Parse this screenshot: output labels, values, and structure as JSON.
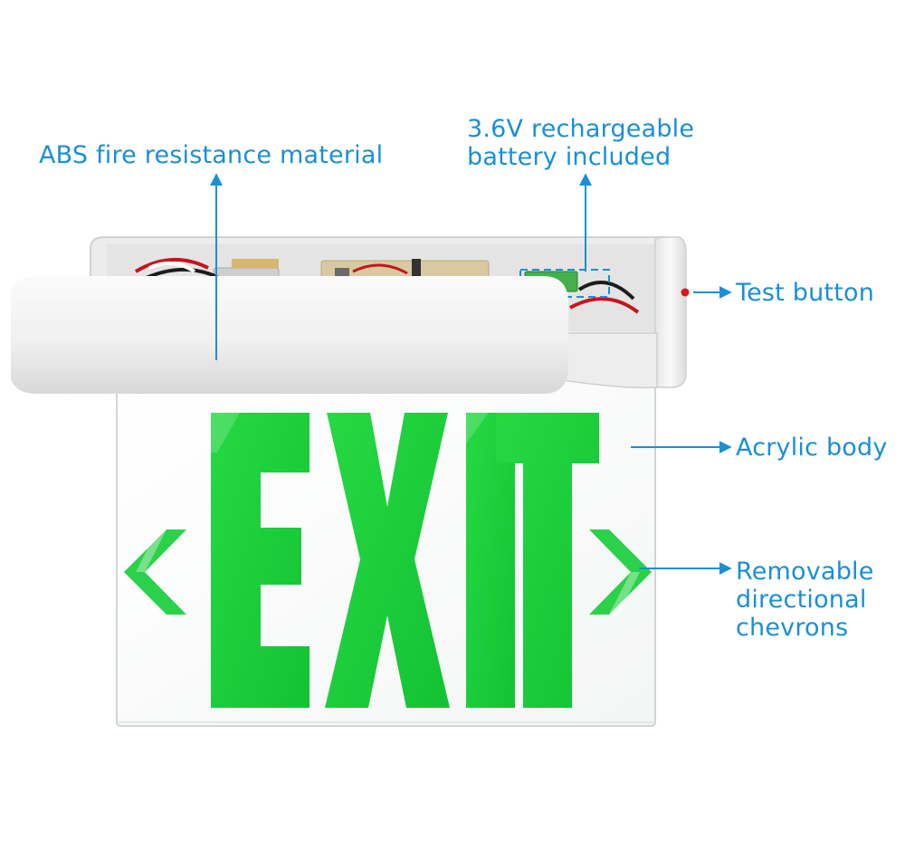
{
  "colors": {
    "callout_text": "#1a8fd6",
    "exit_green": "#1ed23c",
    "housing": "#f3f3f3"
  },
  "sign": {
    "lettering": [
      "E",
      "X",
      "I",
      "T"
    ],
    "chevrons": [
      "left-chevron",
      "right-chevron"
    ]
  },
  "callouts": {
    "material": {
      "lines": [
        "ABS fire resistance material"
      ]
    },
    "battery": {
      "lines": [
        "3.6V rechargeable",
        "battery included"
      ]
    },
    "test_button": {
      "lines": [
        "Test button"
      ]
    },
    "acrylic": {
      "lines": [
        "Acrylic body"
      ]
    },
    "chevrons": {
      "lines": [
        "Removable",
        "directional",
        "chevrons"
      ]
    }
  }
}
